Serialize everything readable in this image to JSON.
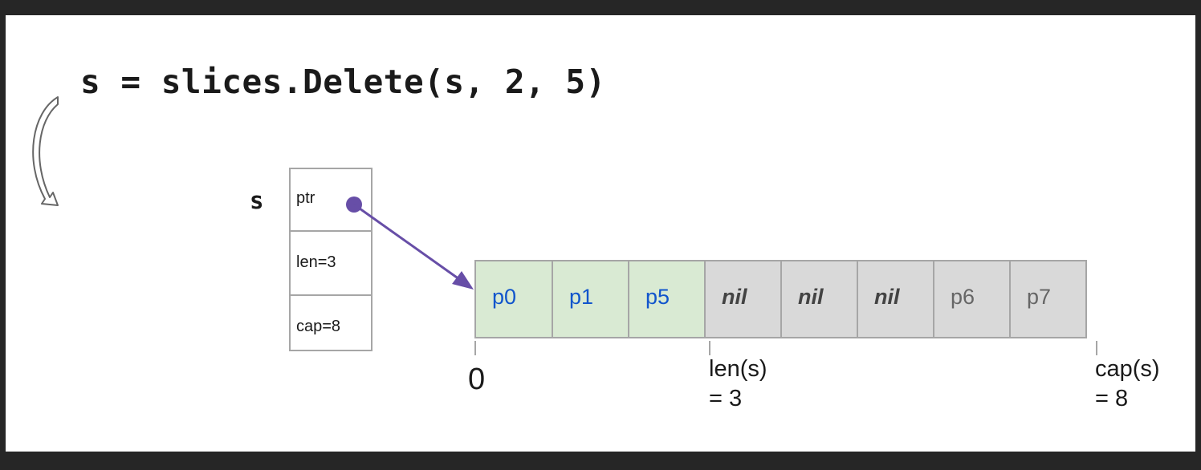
{
  "code": "s = slices.Delete(s, 2, 5)",
  "slice_header": {
    "name": "s",
    "fields": [
      "ptr",
      "len=3",
      "cap=8"
    ]
  },
  "array": {
    "cells": [
      {
        "label": "p0",
        "state": "live"
      },
      {
        "label": "p1",
        "state": "live"
      },
      {
        "label": "p5",
        "state": "live"
      },
      {
        "label": "nil",
        "state": "nil"
      },
      {
        "label": "nil",
        "state": "nil"
      },
      {
        "label": "nil",
        "state": "nil"
      },
      {
        "label": "p6",
        "state": "dead"
      },
      {
        "label": "p7",
        "state": "dead"
      }
    ]
  },
  "markers": {
    "zero": "0",
    "len_line1": "len(s)",
    "len_line2": "= 3",
    "cap_line1": "cap(s)",
    "cap_line2": "= 8"
  },
  "colors": {
    "live_fill": "#d9ead3",
    "live_text": "#1155cc",
    "dead_fill": "#d9d9d9",
    "pointer": "#674ea7",
    "border": "#a6a6a6"
  }
}
